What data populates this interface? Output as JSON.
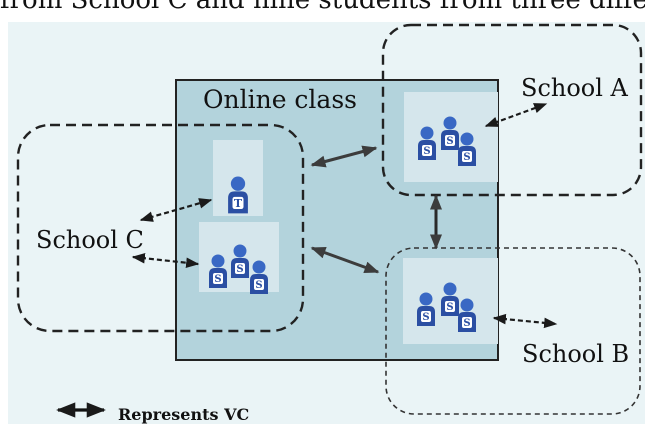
{
  "header_text": "from School C and nine students from three different s",
  "online_class_label": "Online class",
  "school_a_label": "School A",
  "school_b_label": "School B",
  "school_c_label": "School C",
  "legend_label": "Represents VC",
  "teacher_badge": "T",
  "student_badge": "S",
  "colors": {
    "background": "#eaf4f6",
    "online_class_fill": "#b3d3dc",
    "tile_fill": "#d5e6ec",
    "figure": "#2b4fa3",
    "figure_head": "#3968c4",
    "arrow": "#3c3c3c"
  }
}
